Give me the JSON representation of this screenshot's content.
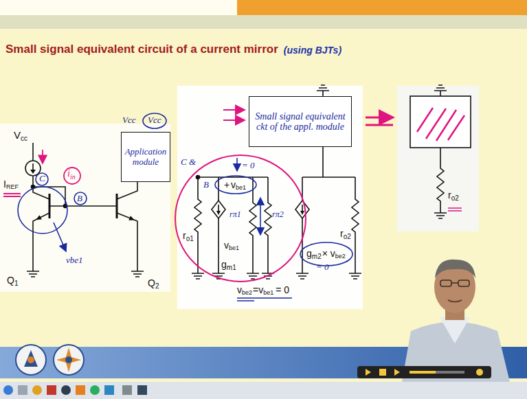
{
  "diagram": {
    "title": "Small signal equivalent circuit of a current mirror",
    "nodes": [
      {
        "text": [
          "Application module"
        ]
      },
      {
        "text": [
          "Small signal equivalent ckt of the appl. module"
        ]
      }
    ],
    "labels": [
      "(using BJTs)",
      "V",
      "cc",
      "I",
      "REF",
      "Q",
      "1",
      "Q",
      "2",
      "C",
      "B",
      "i",
      "in",
      "Vcc",
      "Vcc",
      "vbe1",
      "r",
      "o1",
      "g",
      "m1",
      "+",
      "v",
      "be1",
      "v",
      "be1",
      "g",
      "m2",
      "× v",
      "be2",
      "r",
      "o2",
      "v",
      "be2",
      "=v",
      "be1",
      "= 0",
      "C &",
      "B",
      "= 0",
      "rπ1",
      "rπ2",
      "= 0",
      "r",
      "o2"
    ]
  }
}
